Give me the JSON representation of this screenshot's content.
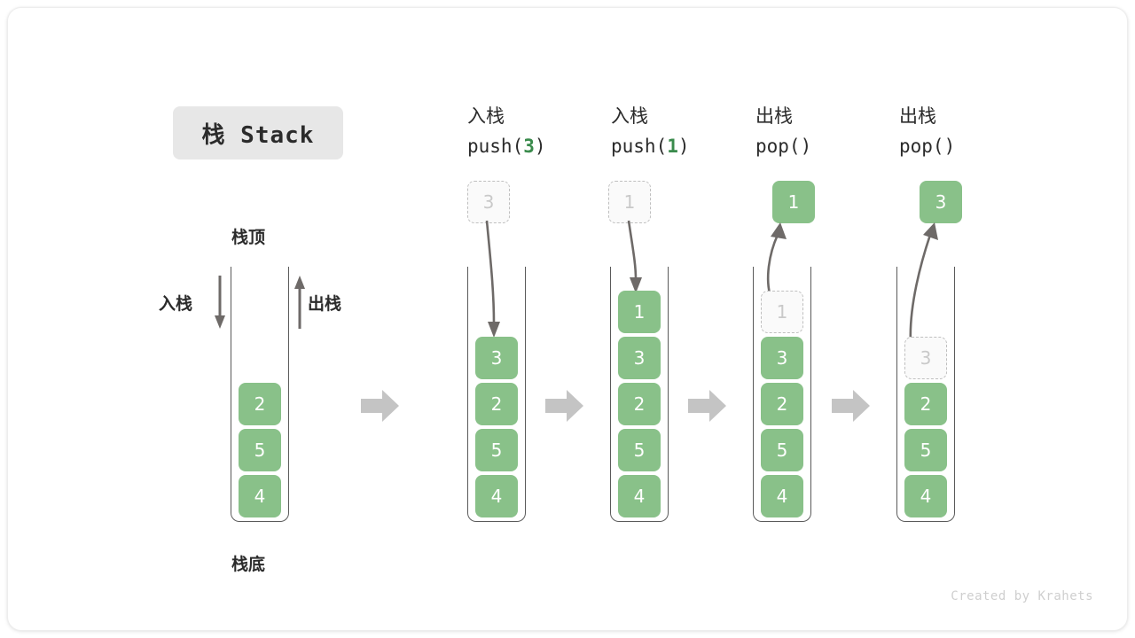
{
  "card": {
    "title_badge": "栈 Stack",
    "footer": "Created by Krahets"
  },
  "colors": {
    "element_green": "#89c189",
    "ghost_border": "#bfbfbf",
    "ghost_text": "#c9c9c9",
    "accent_code_green": "#3a8b4c",
    "container_line": "#5a5a5a",
    "block_arrow_gray": "#c4c4c4",
    "badge_bg": "#e7e7e7",
    "text_dark": "#2b2b2b",
    "footer_gray": "#cfcfcf"
  },
  "annotations": {
    "stack_top": "栈顶",
    "stack_bottom": "栈底",
    "push_side": "入栈",
    "pop_side": "出栈"
  },
  "columns": [
    {
      "id": "initial",
      "header_cn": "",
      "header_code_prefix": "",
      "header_code_arg": "",
      "header_code_suffix": "",
      "stack": [
        "2",
        "5",
        "4"
      ],
      "ghost_index": -1,
      "floating_cell": "",
      "floating_ghost": ""
    },
    {
      "id": "push-3",
      "header_cn": "入栈",
      "header_code_prefix": "push(",
      "header_code_arg": "3",
      "header_code_suffix": ")",
      "stack": [
        "3",
        "2",
        "5",
        "4"
      ],
      "ghost_index": -1,
      "floating_cell": "",
      "floating_ghost": "3"
    },
    {
      "id": "push-1",
      "header_cn": "入栈",
      "header_code_prefix": "push(",
      "header_code_arg": "1",
      "header_code_suffix": ")",
      "stack": [
        "1",
        "3",
        "2",
        "5",
        "4"
      ],
      "ghost_index": -1,
      "floating_cell": "",
      "floating_ghost": "1"
    },
    {
      "id": "pop-1",
      "header_cn": "出栈",
      "header_code_prefix": "pop(",
      "header_code_arg": "",
      "header_code_suffix": ")",
      "stack": [
        "1",
        "3",
        "2",
        "5",
        "4"
      ],
      "ghost_index": 0,
      "floating_cell": "1",
      "floating_ghost": ""
    },
    {
      "id": "pop-3",
      "header_cn": "出栈",
      "header_code_prefix": "pop(",
      "header_code_arg": "",
      "header_code_suffix": ")",
      "stack": [
        "3",
        "2",
        "5",
        "4"
      ],
      "ghost_index": 0,
      "floating_cell": "3",
      "floating_ghost": ""
    }
  ],
  "transition_arrows": [
    "step-arrow-1",
    "step-arrow-2",
    "step-arrow-3",
    "step-arrow-4"
  ]
}
